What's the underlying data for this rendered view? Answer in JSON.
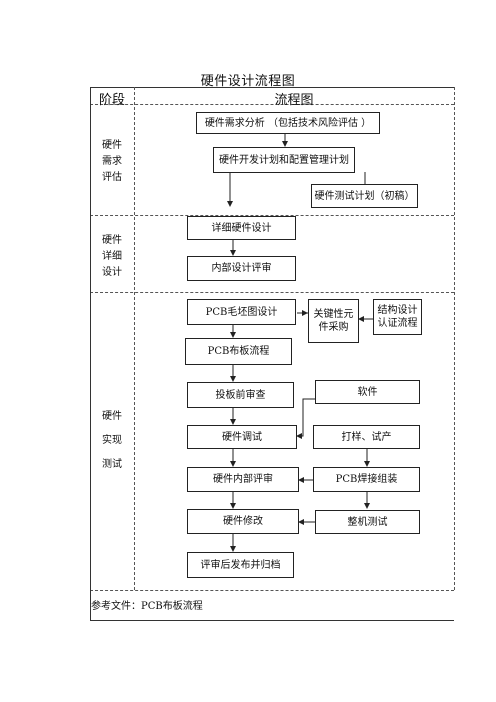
{
  "title": "硬件设计流程图",
  "header": {
    "stage_col": "阶段",
    "flow_col": "流程图"
  },
  "stages": {
    "req": [
      "硬件",
      "需求",
      "评估"
    ],
    "detail": [
      "硬件",
      "详细",
      "设计"
    ],
    "impl": [
      "硬件",
      "实现",
      "测试"
    ]
  },
  "boxes": {
    "req_analysis": "硬件需求分析 （包括技术风险评估 ）",
    "dev_plan": "硬件开发计划和配置管理计划",
    "test_plan": "硬件测试计划（初稿）",
    "detail_design": "详细硬件设计",
    "internal_review": "内部设计评审",
    "pcb_layout": "PCB毛坯图设计",
    "key_parts": "关键性元件采购",
    "struct_design": "结构设计认证流程",
    "pcb_process": "PCB布板流程",
    "pre_board_review": "投板前审查",
    "software": "软件",
    "hw_debug": "硬件调试",
    "proto": "打样、试产",
    "hw_internal_review": "硬件内部评审",
    "pcb_assembly": "PCB焊接组装",
    "hw_modify": "硬件修改",
    "system_test": "整机测试",
    "release": "评审后发布并归档"
  },
  "reference": "参考文件：PCB布板流程"
}
